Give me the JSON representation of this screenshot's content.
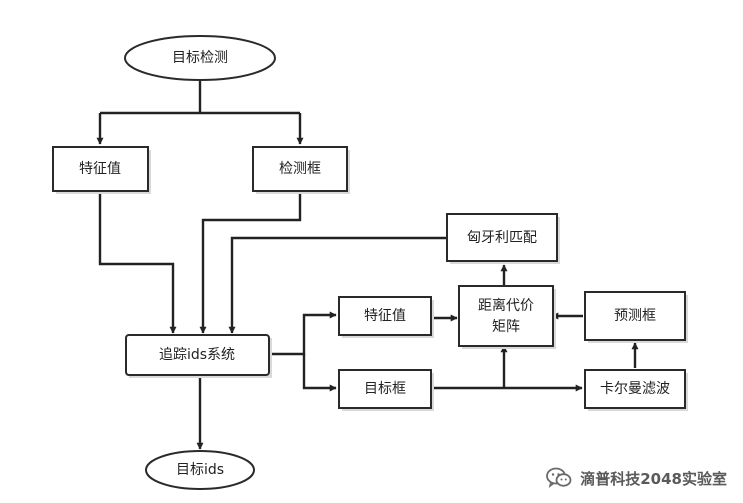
{
  "nodes": {
    "object_detection": "目标检测",
    "feature_value_1": "特征值",
    "detection_box": "检测框",
    "hungarian_matching": "匈牙利匹配",
    "distance_cost_matrix_line1": "距离代价",
    "distance_cost_matrix_line2": "矩阵",
    "feature_value_2": "特征值",
    "tracking_id_system": "追踪ids系统",
    "target_box": "目标框",
    "prediction_box": "预测框",
    "kalman_filter": "卡尔曼滤波",
    "target_ids": "目标ids"
  },
  "watermark": {
    "text": "滴普科技2048实验室",
    "icon": "wechat-icon"
  }
}
